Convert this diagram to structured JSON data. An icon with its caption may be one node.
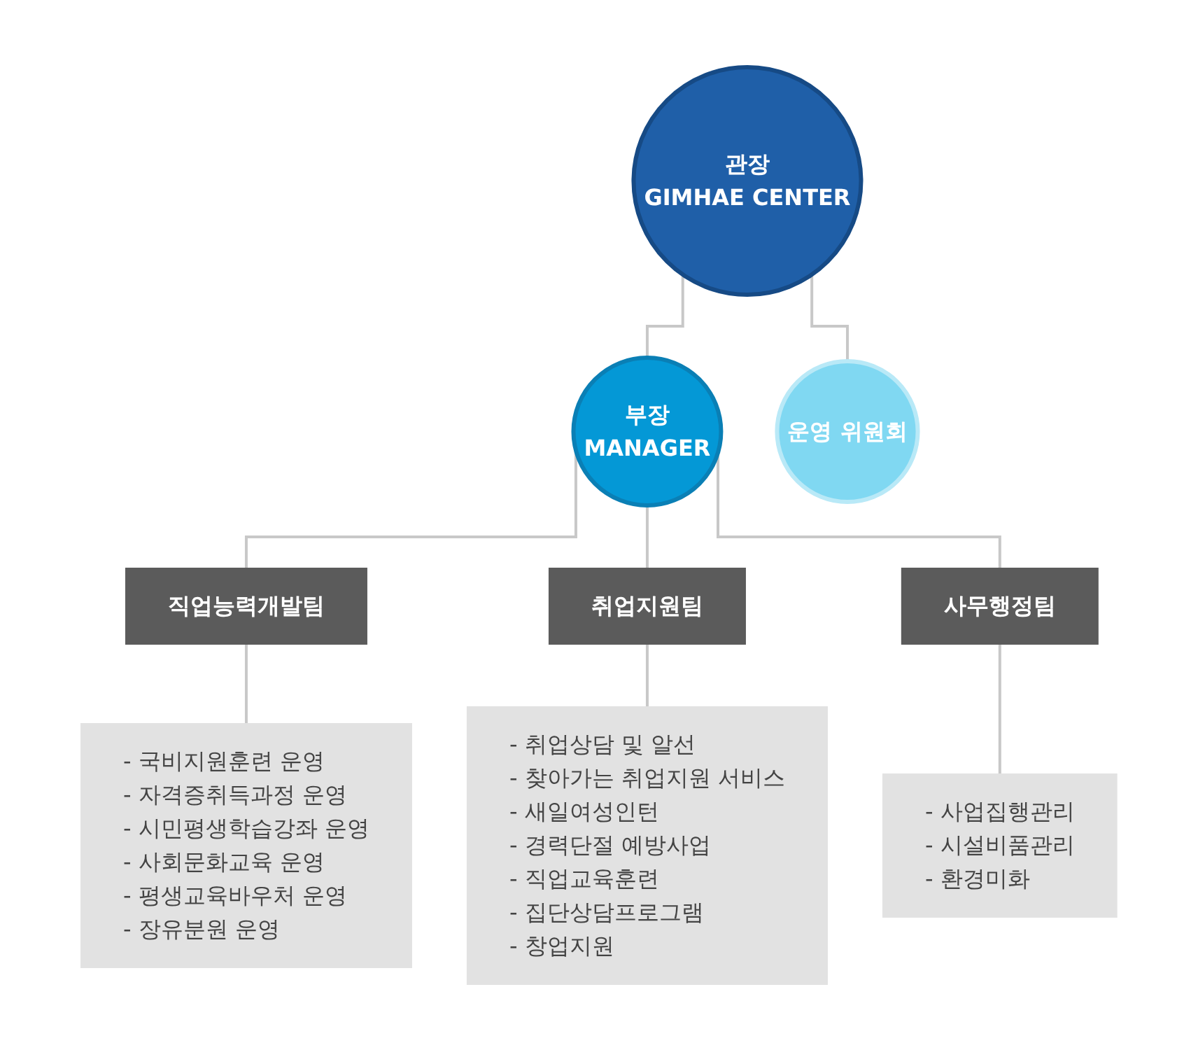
{
  "diagram": {
    "nodes": [
      {
        "text": [
          "관장",
          "GIMHAE CENTER"
        ]
      },
      {
        "text": [
          "운영 위원회"
        ]
      },
      {
        "text": [
          "부장",
          "MANAGER"
        ]
      },
      {
        "text": [
          "직업능력개발팀"
        ]
      },
      {
        "text": [
          "- 국비지원훈련 운영",
          "- 자격증취득과정 운영",
          "- 시민평생학습강좌 운영",
          "- 사회문화교육 운영",
          "- 평생교육바우처 운영",
          "- 장유분원 운영"
        ]
      },
      {
        "text": [
          "취업지원팀"
        ]
      },
      {
        "text": [
          "- 취업상담 및 알선",
          "- 찾아가는 취업지원 서비스",
          "- 새일여성인턴",
          "- 경력단절 예방사업",
          "- 직업교육훈련",
          "- 집단상담프로그램",
          "- 창업지원"
        ]
      },
      {
        "text": [
          "사무행정팀"
        ]
      },
      {
        "text": [
          "- 사업집행관리",
          "- 시설비품관리",
          "- 환경미화"
        ]
      }
    ],
    "edges": [
      {
        "from": 0,
        "to": 2,
        "arrow": "none"
      },
      {
        "from": 0,
        "to": 1,
        "arrow": "none"
      },
      {
        "from": 2,
        "to": 3,
        "arrow": "none"
      },
      {
        "from": 2,
        "to": 5,
        "arrow": "none"
      },
      {
        "from": 2,
        "to": 7,
        "arrow": "none"
      },
      {
        "from": 3,
        "to": 4,
        "arrow": "none"
      },
      {
        "from": 5,
        "to": 6,
        "arrow": "none"
      },
      {
        "from": 7,
        "to": 8,
        "arrow": "none"
      }
    ]
  }
}
